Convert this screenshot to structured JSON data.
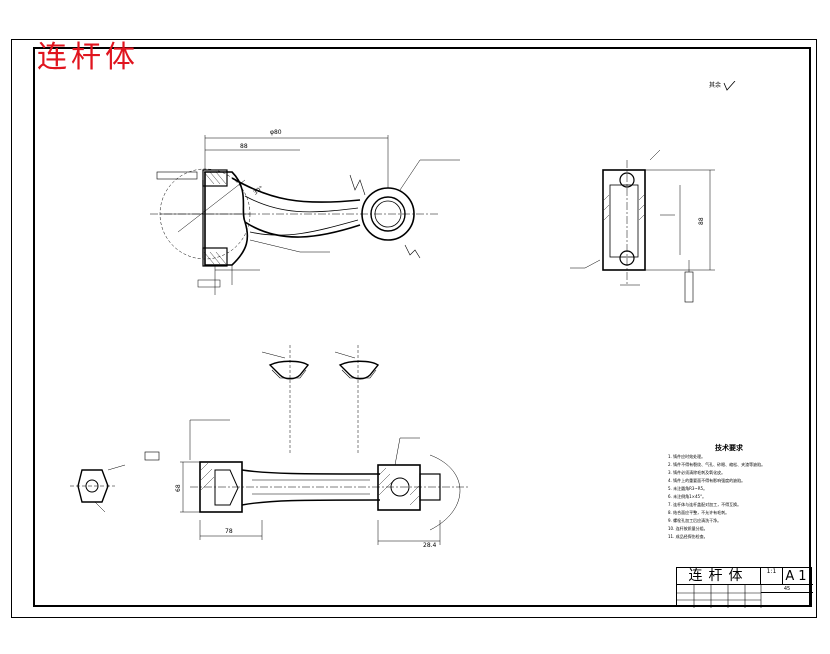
{
  "drawing": {
    "stamp_title": "连杆体",
    "roughness_note": "其余",
    "technical_requirements": {
      "title": "技术要求",
      "items": [
        "1. 铸件应时效处理。",
        "2. 铸件不得有裂纹、气孔、砂眼、缩松、夹渣等缺陷。",
        "3. 铸件必须清除毛刺及氧化皮。",
        "4. 铸件上的重要面不得有影响强度的缺陷。",
        "5. 未注圆角R3~R5。",
        "6. 未注倒角1×45°。",
        "7. 连杆体与连杆盖配对加工，不得互换。",
        "8. 结合面应平整，不允许有毛刺。",
        "9. 螺栓孔加工后应清洗干净。",
        "10. 连杆按质量分组。",
        "11. 成品经探伤检查。"
      ]
    },
    "title_block": {
      "name": "连杆体",
      "scale": "1:1",
      "sheet": "A1",
      "material": "45"
    },
    "dimensions": {
      "overall_length": "φ80",
      "left_width": "88",
      "angle": "30°",
      "vertical_note": "88",
      "bottom_length": "78",
      "bottom_right": "28.4",
      "left_height": "68"
    }
  }
}
